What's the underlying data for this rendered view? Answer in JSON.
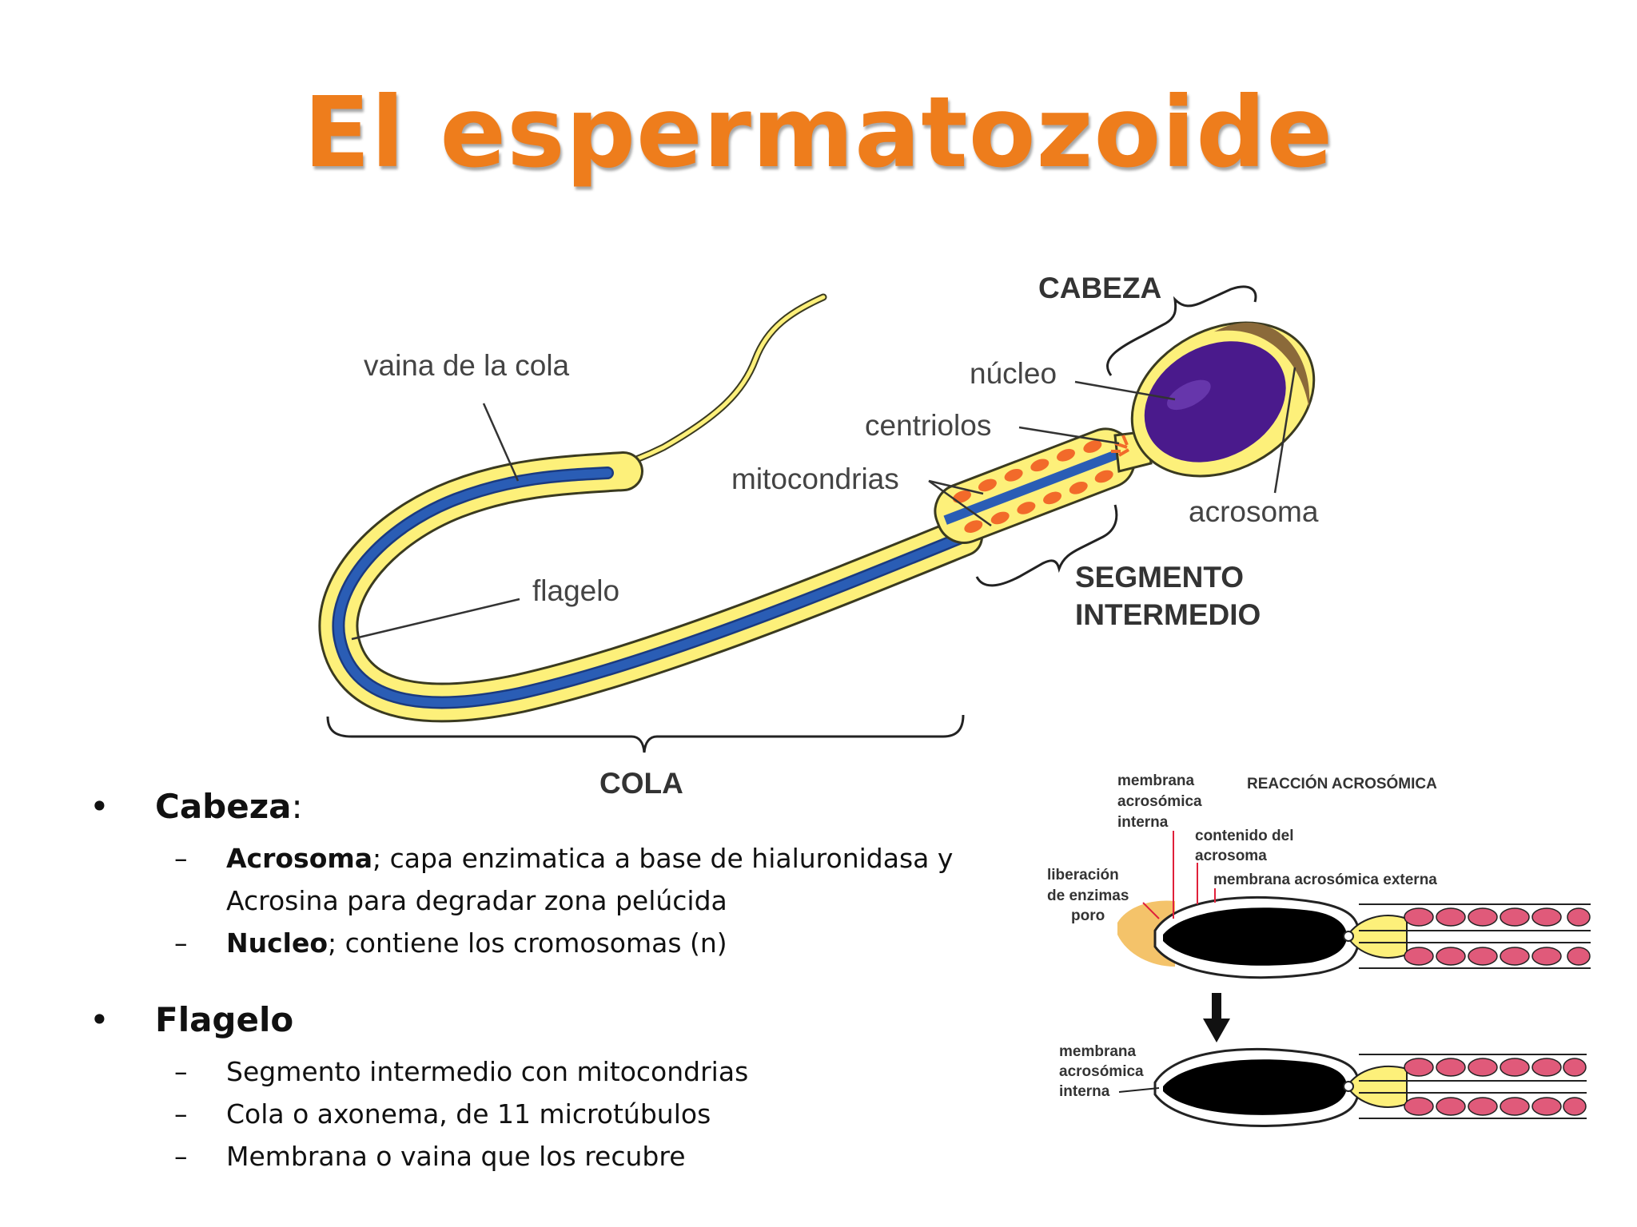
{
  "title": "El espermatozoide",
  "diagram": {
    "labels": {
      "vaina": "vaina de la cola",
      "nucleo": "núcleo",
      "centriolos": "centriolos",
      "mitocondrias": "mitocondrias",
      "acrosoma": "acrosoma",
      "flagelo": "flagelo",
      "cabeza": "CABEZA",
      "segmento_1": "SEGMENTO",
      "segmento_2": "INTERMEDIO",
      "cola": "COLA"
    },
    "colors": {
      "tail_outer": "#fdf07a",
      "flagellum": "#2a5db5",
      "nucleus": "#4a1a8c",
      "mitochondria": "#f26a2a",
      "acrosome": "#8b6a3a"
    }
  },
  "inset": {
    "title": "REACCIÓN ACROSÓMICA",
    "labels": {
      "mem_int_1": "membrana",
      "mem_int_2": "acrosómica",
      "mem_int_3": "interna",
      "contenido_1": "contenido del",
      "contenido_2": "acrosoma",
      "liberacion_1": "liberación",
      "liberacion_2": "de enzimas",
      "poro": "poro",
      "mem_ext": "membrana acrosómica externa",
      "mem_int_b1": "membrana",
      "mem_int_b2": "acrosómica",
      "mem_int_b3": "interna"
    }
  },
  "bullets": {
    "cabeza": {
      "label": "Cabeza",
      "suffix": ":"
    },
    "cabeza_items": [
      {
        "bold": "Acrosoma",
        "text": "; capa enzimatica a base de hialuronidasa y",
        "cont": "Acrosina para degradar zona pelúcida"
      },
      {
        "bold": "Nucleo",
        "text": "; contiene los cromosomas (n)"
      }
    ],
    "flagelo": {
      "label": "Flagelo"
    },
    "flagelo_items": [
      "Segmento intermedio con mitocondrias",
      "Cola o axonema, de 11 microtúbulos",
      "Membrana o vaina que los recubre"
    ]
  }
}
